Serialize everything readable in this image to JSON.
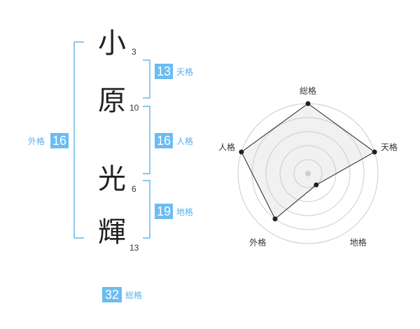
{
  "name": {
    "chars": [
      {
        "char": "小",
        "strokes": "3"
      },
      {
        "char": "原",
        "strokes": "10"
      },
      {
        "char": "光",
        "strokes": "6"
      },
      {
        "char": "輝",
        "strokes": "13"
      }
    ]
  },
  "fortunes": {
    "tenkaku": {
      "value": "13",
      "label": "天格"
    },
    "jinkaku": {
      "value": "16",
      "label": "人格"
    },
    "chikaku": {
      "value": "19",
      "label": "地格"
    },
    "gaikaku": {
      "value": "16",
      "label": "外格"
    },
    "soukaku": {
      "value": "32",
      "label": "総格"
    }
  },
  "colors": {
    "accent": "#6bbcf1",
    "label": "#5ab1ea",
    "bracket": "#8ccaf3"
  },
  "chart_data": {
    "type": "radar",
    "axes": [
      "総格",
      "天格",
      "地格",
      "外格",
      "人格"
    ],
    "values": [
      5,
      5,
      1,
      4,
      5
    ],
    "max": 5,
    "grid": true
  }
}
